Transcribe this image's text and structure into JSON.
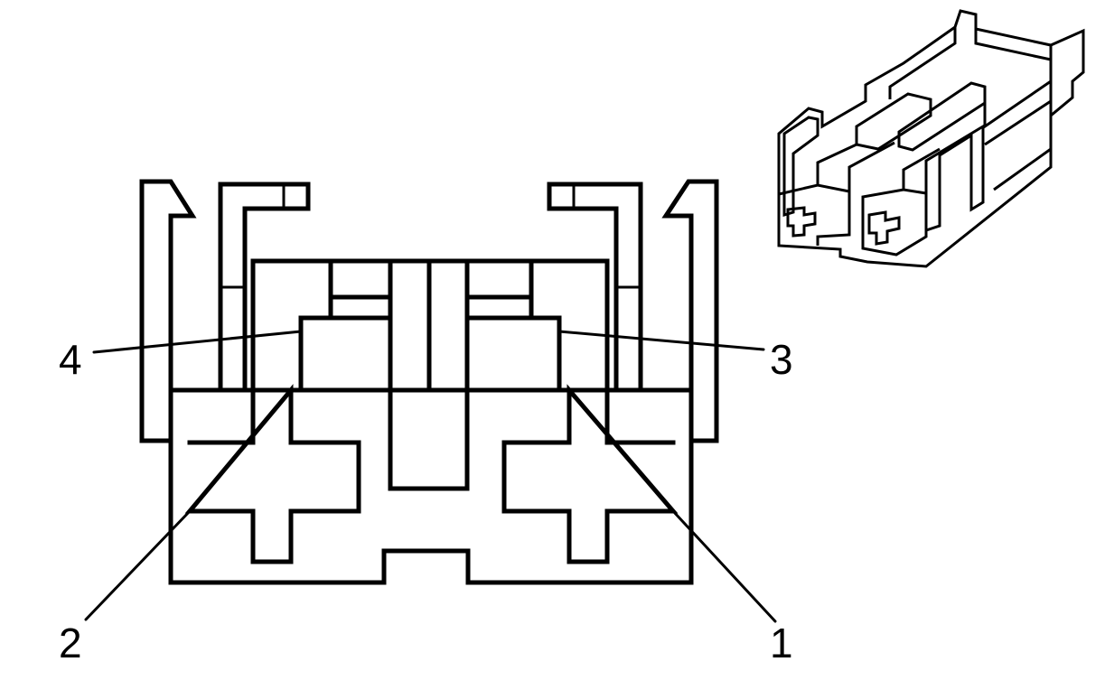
{
  "callouts": {
    "pin1": "1",
    "pin2": "2",
    "pin3": "3",
    "pin4": "4"
  },
  "colors": {
    "stroke": "#000000",
    "background": "#ffffff"
  }
}
